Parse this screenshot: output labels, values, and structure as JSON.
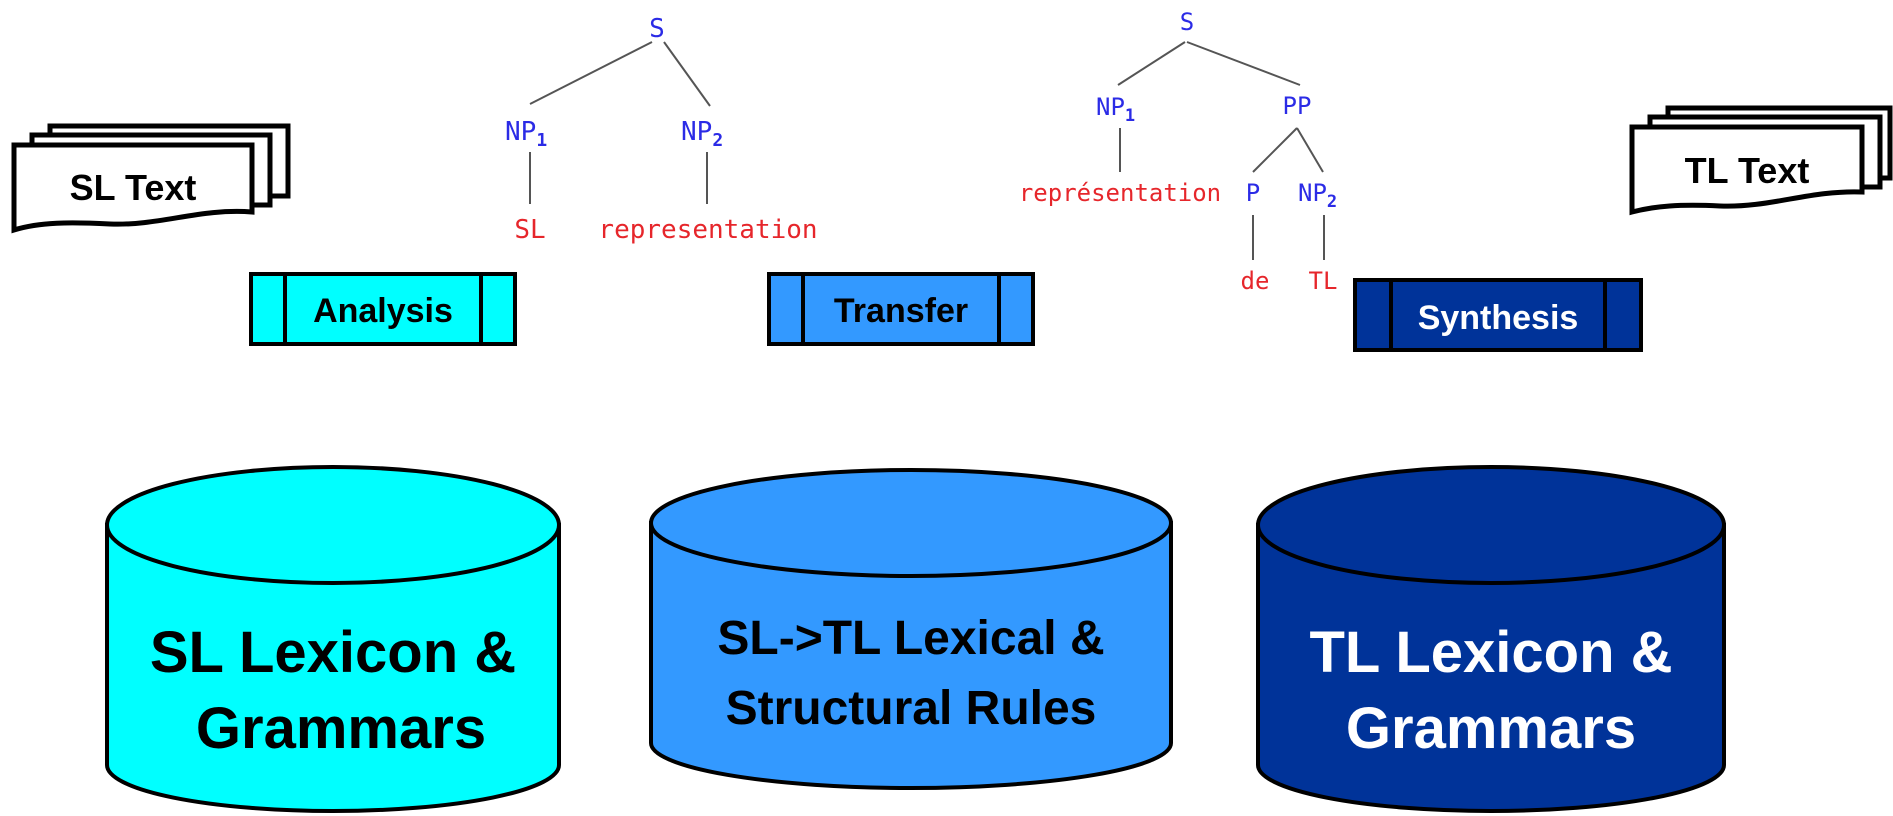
{
  "documents": {
    "source": {
      "label": "SL Text"
    },
    "target": {
      "label": "TL Text"
    }
  },
  "processes": {
    "analysis": {
      "label": "Analysis",
      "color": "#00FFFF",
      "text_color": "#000000"
    },
    "transfer": {
      "label": "Transfer",
      "color": "#3399FF",
      "text_color": "#000000"
    },
    "synthesis": {
      "label": "Synthesis",
      "color": "#003399",
      "text_color": "#FFFFFF"
    }
  },
  "databases": {
    "sl_lexicon": {
      "line1": "SL Lexicon &",
      "line2": "Grammars",
      "color": "#00FFFF",
      "text_color": "#000000"
    },
    "transfer_rules": {
      "line1": "SL->TL Lexical &",
      "line2": "Structural Rules",
      "color": "#3399FF",
      "text_color": "#000000"
    },
    "tl_lexicon": {
      "line1": "TL Lexicon &",
      "line2": "Grammars",
      "color": "#003399",
      "text_color": "#FFFFFF"
    }
  },
  "source_tree": {
    "root": "S",
    "np1": "NP",
    "np1_sub": "1",
    "np2": "NP",
    "np2_sub": "2",
    "leaf1": "SL",
    "leaf2": "representation"
  },
  "target_tree": {
    "root": "S",
    "np1": "NP",
    "np1_sub": "1",
    "pp": "PP",
    "leaf1": "représentation",
    "p": "P",
    "np2": "NP",
    "np2_sub": "2",
    "leaf_de": "de",
    "leaf_tl": "TL"
  },
  "colors": {
    "node": "#2B2BE6",
    "leaf": "#E6262B",
    "edge": "#555555"
  }
}
